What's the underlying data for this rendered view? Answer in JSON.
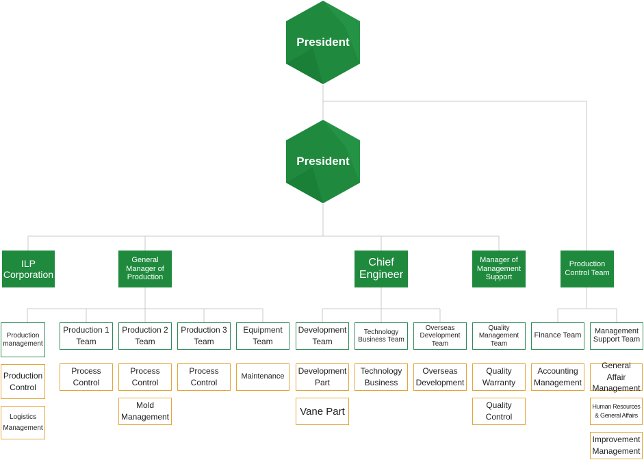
{
  "top": {
    "president_label": "President",
    "president2_label": "President"
  },
  "level1": {
    "ilp": "ILP Corporation",
    "gm_production": "General Manager of Production",
    "chief_engineer": "Chief Engineer",
    "mgr_management_support": "Manager of Management Support",
    "production_control_team": "Production Control Team"
  },
  "teams": {
    "production_management": "Production management",
    "production_1": "Production 1 Team",
    "production_2": "Production 2 Team",
    "production_3": "Production 3 Team",
    "equipment": "Equipment Team",
    "development": "Development Team",
    "technology_business": "Technology Business Team",
    "overseas_development": "Overseas Development Team",
    "quality_management": "Quality Management Team",
    "finance": "Finance Team",
    "management_support": "Management Support Team"
  },
  "units": {
    "production_control": "Production Control",
    "logistics_management": "Logistics Management",
    "process_control_1": "Process Control",
    "process_control_2": "Process Control",
    "mold_management": "Mold Management",
    "process_control_3": "Process Control",
    "maintenance": "Maintenance",
    "development_part": "Development Part",
    "vane_part": "Vane Part",
    "technology_business": "Technology Business",
    "overseas_development": "Overseas Development",
    "quality_warranty": "Quality Warranty",
    "quality_control": "Quality Control",
    "accounting_management": "Accounting Management",
    "general_affair_management": "General Affair Management",
    "hr_general_affairs": "Human Resources & General Affairs",
    "improvement_management": "Improvement Management"
  },
  "colors": {
    "green": "#1f8a3e",
    "green_border": "#2e8b57",
    "orange_border": "#e3a53a",
    "line": "#c8c8c8"
  }
}
